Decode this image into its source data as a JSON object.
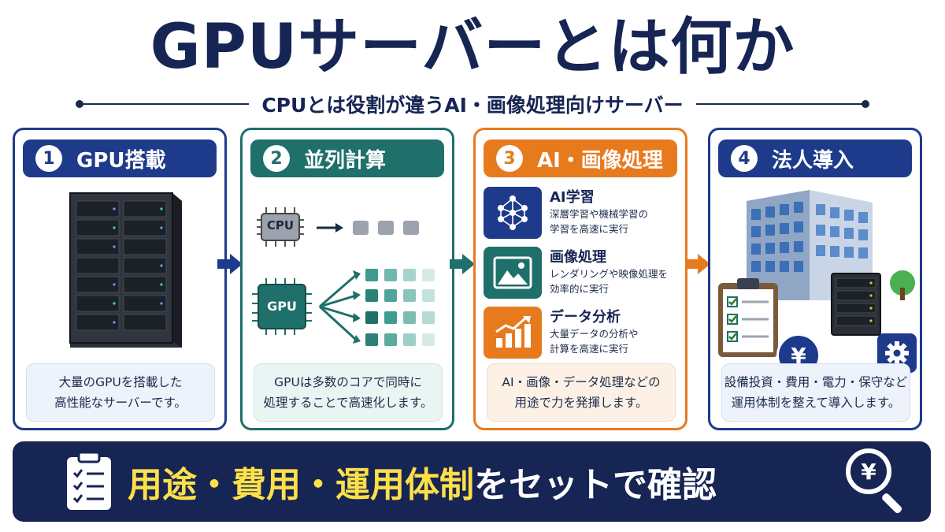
{
  "title": "GPUサーバーとは何か",
  "subtitle": "CPUとは役割が違うAI・画像処理向けサーバー",
  "cards": [
    {
      "num": "1",
      "title": "GPU搭載",
      "desc_lines": [
        "大量のGPUを搭載した",
        "高性能なサーバーです。"
      ]
    },
    {
      "num": "2",
      "title": "並列計算",
      "cpu_label": "CPU",
      "gpu_label": "GPU",
      "desc_lines": [
        "GPUは多数のコアで同時に",
        "処理することで高速化します。"
      ]
    },
    {
      "num": "3",
      "title": "AI・画像処理",
      "features": [
        {
          "title": "AI学習",
          "desc_lines": [
            "深層学習や機械学習の",
            "学習を高速に実行"
          ],
          "icon": "neural-network-icon"
        },
        {
          "title": "画像処理",
          "desc_lines": [
            "レンダリングや映像処理を",
            "効率的に実行"
          ],
          "icon": "image-icon"
        },
        {
          "title": "データ分析",
          "desc_lines": [
            "大量データの分析や",
            "計算を高速に実行"
          ],
          "icon": "bar-chart-icon"
        }
      ],
      "desc_lines": [
        "AI・画像・データ処理などの",
        "用途で力を発揮します。"
      ]
    },
    {
      "num": "4",
      "title": "法人導入",
      "yen_symbol": "¥",
      "desc_lines": [
        "設備投資・費用・電力・保守など",
        "運用体制を整えて導入します。"
      ]
    }
  ],
  "banner": {
    "highlight": "用途・費用・運用体制",
    "rest": "をセットで確認",
    "yen_symbol": "¥"
  },
  "colors": {
    "navy": "#172554",
    "blue": "#1e3a8a",
    "teal": "#1f6f6a",
    "orange": "#e87a1e",
    "yellow": "#fde047"
  }
}
